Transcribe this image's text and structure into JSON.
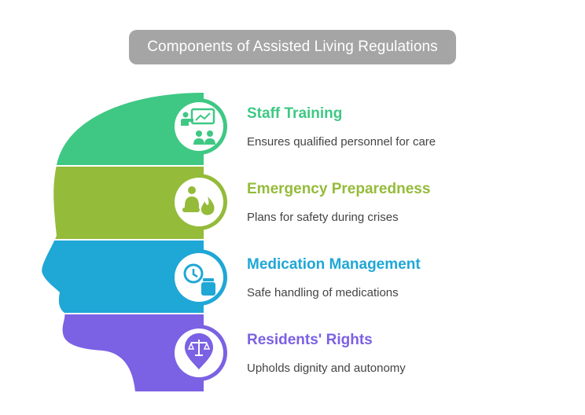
{
  "title": "Components of Assisted Living Regulations",
  "items": [
    {
      "title": "Staff Training",
      "description": "Ensures qualified personnel for care",
      "color": "#3ec884",
      "icon": "presentation-icon"
    },
    {
      "title": "Emergency Preparedness",
      "description": "Plans for safety during crises",
      "color": "#94bb3a",
      "icon": "first-aid-icon"
    },
    {
      "title": "Medication Management",
      "description": "Safe handling of medications",
      "color": "#1fa7d6",
      "icon": "clock-pill-icon"
    },
    {
      "title": "Residents' Rights",
      "description": "Upholds dignity and autonomy",
      "color": "#7b61e3",
      "icon": "scales-icon"
    }
  ]
}
